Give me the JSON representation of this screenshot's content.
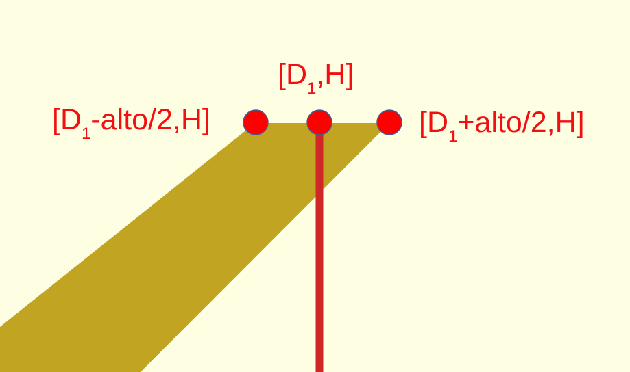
{
  "labels": {
    "top": {
      "open": "[D",
      "sub": "1",
      "rest": ",H]"
    },
    "left": {
      "open": "[D",
      "sub": "1",
      "rest": "-alto/2,H]"
    },
    "right": {
      "open": "[D",
      "sub": "1",
      "rest": "+alto/2,H]"
    }
  },
  "colors": {
    "background": "#fefee3",
    "band": "#c2a423",
    "axis_line": "#cf2827",
    "point_fill": "#fe0000",
    "point_stroke": "#4a5a8c",
    "label_text": "#f20f12"
  }
}
